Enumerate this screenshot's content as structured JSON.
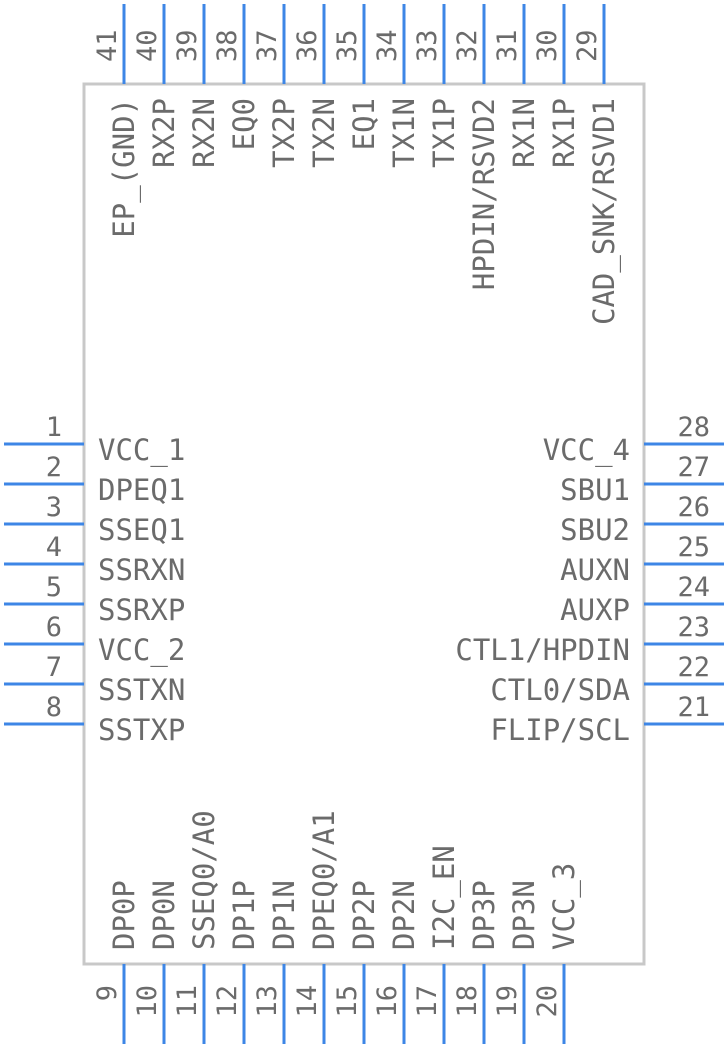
{
  "colors": {
    "pin": "#3d86e6",
    "body": "#c8c8c8",
    "text": "#6b6b6b"
  },
  "pins": {
    "left": [
      {
        "num": "1",
        "name": "VCC_1"
      },
      {
        "num": "2",
        "name": "DPEQ1"
      },
      {
        "num": "3",
        "name": "SSEQ1"
      },
      {
        "num": "4",
        "name": "SSRXN"
      },
      {
        "num": "5",
        "name": "SSRXP"
      },
      {
        "num": "6",
        "name": "VCC_2"
      },
      {
        "num": "7",
        "name": "SSTXN"
      },
      {
        "num": "8",
        "name": "SSTXP"
      }
    ],
    "bottom": [
      {
        "num": "9",
        "name": "DP0P"
      },
      {
        "num": "10",
        "name": "DP0N"
      },
      {
        "num": "11",
        "name": "SSEQ0/A0"
      },
      {
        "num": "12",
        "name": "DP1P"
      },
      {
        "num": "13",
        "name": "DP1N"
      },
      {
        "num": "14",
        "name": "DPEQ0/A1"
      },
      {
        "num": "15",
        "name": "DP2P"
      },
      {
        "num": "16",
        "name": "DP2N"
      },
      {
        "num": "17",
        "name": "I2C_EN"
      },
      {
        "num": "18",
        "name": "DP3P"
      },
      {
        "num": "19",
        "name": "DP3N"
      },
      {
        "num": "20",
        "name": "VCC_3"
      }
    ],
    "right": [
      {
        "num": "21",
        "name": "FLIP/SCL"
      },
      {
        "num": "22",
        "name": "CTL0/SDA"
      },
      {
        "num": "23",
        "name": "CTL1/HPDIN"
      },
      {
        "num": "24",
        "name": "AUXP"
      },
      {
        "num": "25",
        "name": "AUXN"
      },
      {
        "num": "26",
        "name": "SBU2"
      },
      {
        "num": "27",
        "name": "SBU1"
      },
      {
        "num": "28",
        "name": "VCC_4"
      }
    ],
    "top": [
      {
        "num": "29",
        "name": "CAD_SNK/RSVD1"
      },
      {
        "num": "30",
        "name": "RX1P"
      },
      {
        "num": "31",
        "name": "RX1N"
      },
      {
        "num": "32",
        "name": "HPDIN/RSVD2"
      },
      {
        "num": "33",
        "name": "TX1P"
      },
      {
        "num": "34",
        "name": "TX1N"
      },
      {
        "num": "35",
        "name": "EQ1"
      },
      {
        "num": "36",
        "name": "TX2N"
      },
      {
        "num": "37",
        "name": "TX2P"
      },
      {
        "num": "38",
        "name": "EQ0"
      },
      {
        "num": "39",
        "name": "RX2N"
      },
      {
        "num": "40",
        "name": "RX2P"
      },
      {
        "num": "41",
        "name": "EP_(GND)"
      }
    ]
  }
}
